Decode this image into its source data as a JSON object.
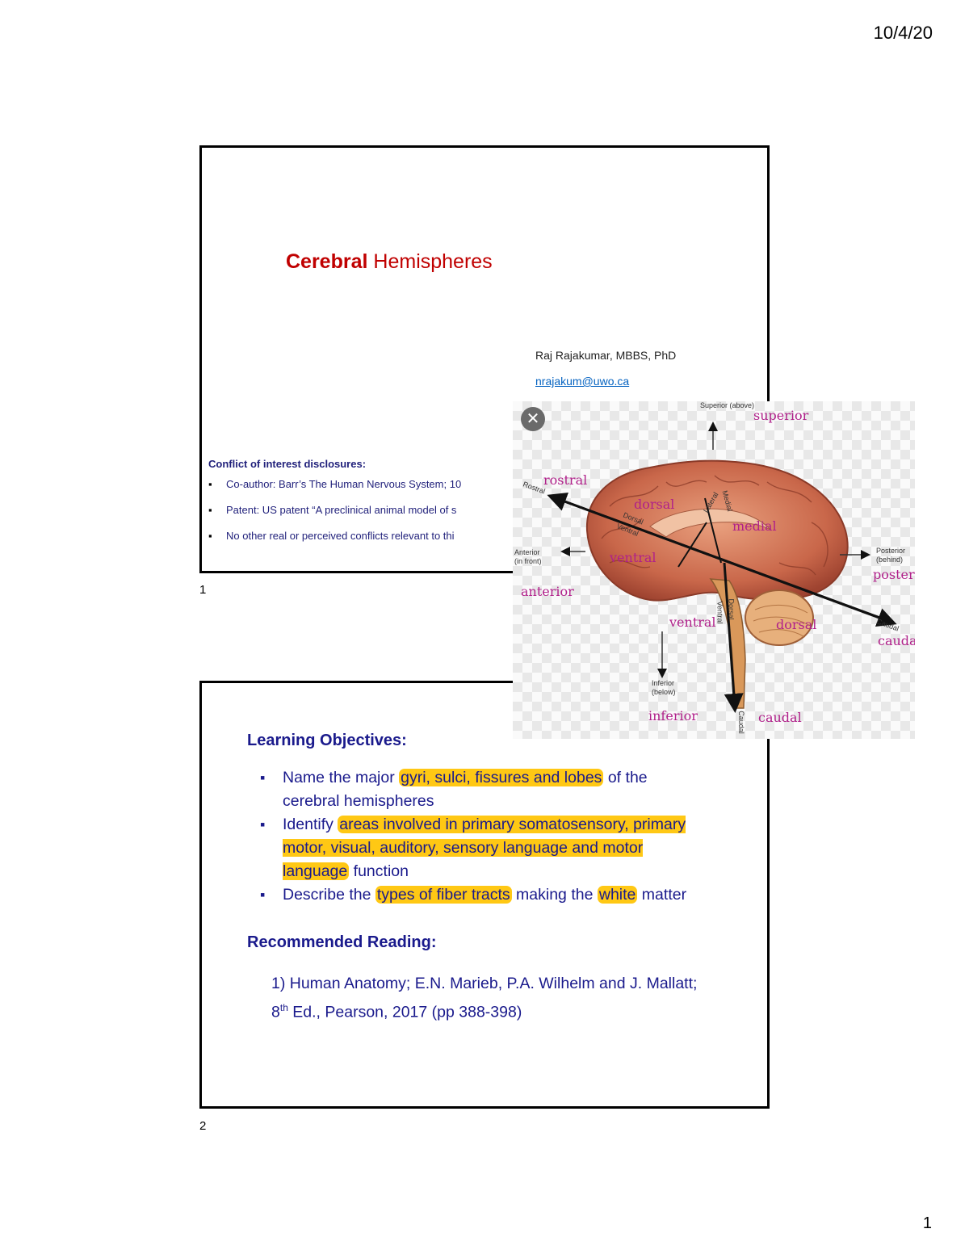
{
  "header": {
    "date": "10/4/20"
  },
  "footer": {
    "page_number": "1"
  },
  "slide1": {
    "number": "1",
    "title_part1": "Cerebral",
    "title_part2": "Hemispheres",
    "author": "Raj Rajakumar, MBBS, PhD",
    "email": "nrajakum@uwo.ca",
    "coi_heading": "Conflict of interest disclosures:",
    "coi_items": [
      "Co-author: Barr’s The Human Nervous System; 10",
      "Patent: US patent “A preclinical animal model of s",
      "No other real or perceived conflicts relevant to thi"
    ]
  },
  "slide2": {
    "number": "2",
    "lo_heading": "Learning Objectives:",
    "objectives": [
      {
        "pre": "Name the major ",
        "hl1": "gyri, sulci, fissures and lobes",
        "post": " of the cerebral hemispheres"
      },
      {
        "pre": "Identify ",
        "hl1": "areas involved in primary somatosensory, primary motor, visual, auditory, sensory language and motor language",
        "post": " function"
      },
      {
        "pre": "Describe the ",
        "hl1": "types of fiber tracts",
        "mid": " making the ",
        "hl2": "white",
        "post": " matter"
      }
    ],
    "rr_heading": "Recommended Reading:",
    "reference_line1": "1)  Human Anatomy; E.N. Marieb, P.A. Wilhelm and J. Mallatt;",
    "reference_edition_num": "8",
    "reference_edition_sup": "th",
    "reference_line2_rest": " Ed., Pearson, 2017 (pp 388-398)"
  },
  "overlay": {
    "close_icon": "close-icon",
    "handwritten_labels": {
      "superior": "superior",
      "rostral": "rostral",
      "dorsal_top": "dorsal",
      "medial": "medial",
      "ventral_top": "ventral",
      "posterior": "posterior",
      "anterior": "anterior",
      "ventral_bottom": "ventral",
      "dorsal_bottom": "dorsal",
      "caudal_right": "caudal",
      "inferior": "inferior",
      "caudal_bottom": "caudal"
    },
    "printed_labels": {
      "superior": "Superior (above)",
      "anterior": "Anterior (in front)",
      "posterior": "Posterior (behind)",
      "inferior": "Inferior (below)",
      "rostral": "Rostral",
      "caudal_axis": "Caudal",
      "caudal_vertical": "Caudal",
      "dorsal": "Dorsal",
      "ventral": "Ventral",
      "lateral": "Lateral",
      "medial": "Medial",
      "dorsal_stem": "Dorsal",
      "ventral_stem": "Ventral"
    }
  },
  "colors": {
    "title_red": "#c00000",
    "body_blue": "#1a1a8c",
    "highlight": "#ffc814",
    "annotation": "#b0208a",
    "link": "#0563c1"
  }
}
